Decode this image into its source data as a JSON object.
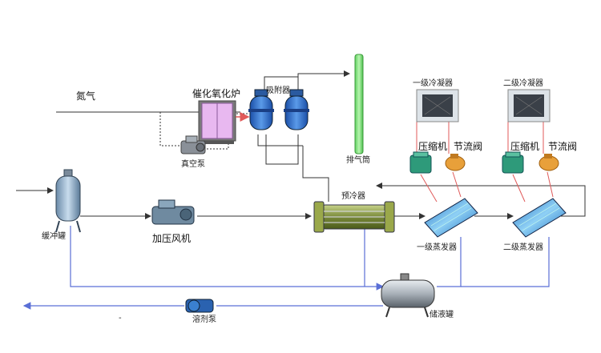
{
  "labels": {
    "nitrogen": "氮气",
    "catalytic_furnace": "催化氧化炉",
    "adsorber": "吸附器",
    "vacuum_pump": "真空泵",
    "exhaust_stack": "排气筒",
    "condenser_1": "一级冷凝器",
    "condenser_2": "二级冷凝器",
    "compressor_1": "压缩机",
    "compressor_2": "压缩机",
    "throttle_1": "节流阀",
    "throttle_2": "节流阀",
    "precooler": "预冷器",
    "buffer_tank": "缓冲罐",
    "booster_fan": "加压风机",
    "evaporator_1": "一级蒸发器",
    "evaporator_2": "二级蒸发器",
    "storage_tank": "储液罐",
    "solvent_pump": "溶剂泵",
    "dash": "-"
  },
  "colors": {
    "gas_line": "#333333",
    "liquid_line": "#5a6fd6",
    "refrigerant_line": "#e05a5a",
    "adsorber_fill": "#2f6fcf",
    "stack_fill": "#7ee07e",
    "evaporator_fill": "#4aa3e0",
    "tank_fill": "#b8c0c8",
    "furnace_fill": "#e8b8f0"
  }
}
